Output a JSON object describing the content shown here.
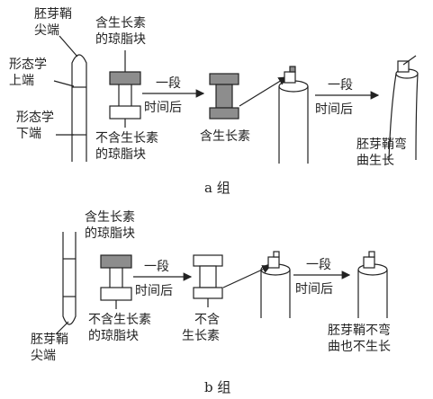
{
  "group_a": {
    "tip_label": [
      "胚芽鞘",
      "尖端"
    ],
    "upper_label": [
      "形态学",
      "上端"
    ],
    "lower_label": [
      "形态学",
      "下端"
    ],
    "donor_label": [
      "含生长素",
      "的琼脂块"
    ],
    "receiver_label": [
      "不含生长素",
      "的琼脂块"
    ],
    "time_label": [
      "一段",
      "时间后"
    ],
    "result_block_label": "含生长素",
    "time_label2": [
      "一段",
      "时间后"
    ],
    "outcome_label": [
      "胚芽鞘弯",
      "曲生长"
    ],
    "caption": "a 组"
  },
  "group_b": {
    "donor_label": [
      "含生长素",
      "的琼脂块"
    ],
    "time_label": [
      "一段",
      "时间后"
    ],
    "receiver_label": [
      "不含生长素",
      "的琼脂块"
    ],
    "tip_label": [
      "胚芽鞘",
      "尖端"
    ],
    "result_block_label": [
      "不含",
      "生长素"
    ],
    "time_label2": [
      "一段",
      "时间后"
    ],
    "outcome_label": [
      "胚芽鞘不弯",
      "曲也不生长"
    ],
    "caption": "b 组"
  }
}
